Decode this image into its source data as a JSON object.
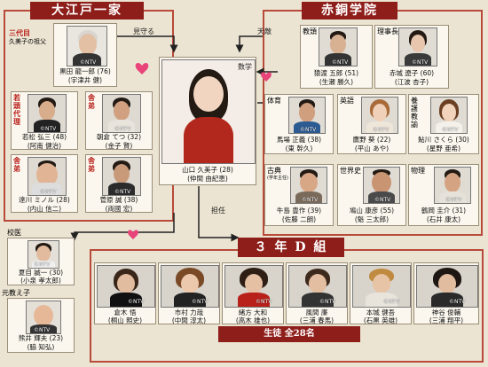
{
  "colors": {
    "accent": "#8e1e1a",
    "frame": "#b84a3a",
    "heart": "#e8447a",
    "background": "#ece4d2"
  },
  "ntv": "©NTV",
  "groups": {
    "ooedoikka": {
      "title": "大江戸一家"
    },
    "akagane": {
      "title": "赤銅学院"
    },
    "class3d": {
      "title": "３ 年 D 組",
      "footer": "生徒 全28名"
    }
  },
  "arrows": {
    "mimamoru": "見守る",
    "tenteki": "天敵",
    "tannin": "担任"
  },
  "heroine": {
    "role": "数学",
    "name": "山口 久美子 (28)",
    "actor": "(仲間 由紀恵)"
  },
  "family": [
    {
      "role_main": "三代目",
      "role_sub": "久美子の祖父",
      "name": "黒田 龍一郎 (76)",
      "actor": "(宇津井 健)"
    },
    {
      "role": "若頭代理",
      "name": "若松 弘三 (48)",
      "actor": "(阿南 健治)"
    },
    {
      "role": "舎弟",
      "name": "朝倉 てつ (32)",
      "actor": "(金子 賢)"
    },
    {
      "role": "舎弟",
      "name": "達川 ミノル (28)",
      "actor": "(内山 信二)"
    },
    {
      "role": "舎弟",
      "name": "菅原 誠 (38)",
      "actor": "(両國 宏)"
    }
  ],
  "others": [
    {
      "role": "校医",
      "name": "夏目 誠一 (30)",
      "actor": "(小泉 孝太郎)"
    },
    {
      "role": "元教え子",
      "name": "熊井 輝夫 (23)",
      "actor": "(脇 知弘)"
    }
  ],
  "teachers": [
    {
      "role": "教頭",
      "name": "猿渡 五郎 (51)",
      "actor": "(生瀬 勝久)"
    },
    {
      "role": "理事長",
      "name": "赤城 遼子 (60)",
      "actor": "(江波 杏子)"
    },
    {
      "role": "体育",
      "name": "馬場 正義 (38)",
      "actor": "(東 幹久)"
    },
    {
      "role": "英語",
      "name": "鷹野 葵 (22)",
      "actor": "(平山 あや)"
    },
    {
      "role": "養護教諭",
      "name": "鮎川 さくら (30)",
      "actor": "(星野 亜希)"
    },
    {
      "role": "古典",
      "role_sub": "(学年主任)",
      "name": "牛島 豊作 (39)",
      "actor": "(佐藤 二朗)"
    },
    {
      "role": "世界史",
      "name": "鳩山 康彦 (55)",
      "actor": "(魁 三太郎)"
    },
    {
      "role": "物理",
      "name": "鶴岡 圭介 (31)",
      "actor": "(石井 康太)"
    }
  ],
  "students": [
    {
      "name": "倉木 悟",
      "actor": "(桐山 照史)"
    },
    {
      "name": "市村 力哉",
      "actor": "(中間 淳太)"
    },
    {
      "name": "緒方 大和",
      "actor": "(高木 雄也)"
    },
    {
      "name": "風間 廉",
      "actor": "(三浦 春馬)"
    },
    {
      "name": "本城 健吾",
      "actor": "(石黒 英雄)"
    },
    {
      "name": "神谷 俊輔",
      "actor": "(三浦 翔平)"
    }
  ]
}
